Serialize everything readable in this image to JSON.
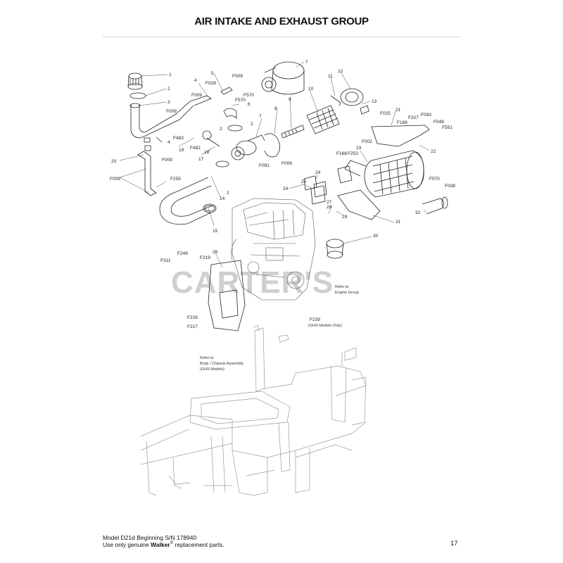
{
  "page": {
    "title": "AIR INTAKE AND EXHAUST GROUP",
    "page_number": "17"
  },
  "footer": {
    "model_line": "Model D21d Beginning S/N 178940",
    "line2_prefix": "Use only genuine ",
    "brand": "Walker",
    "registered": "®",
    "line2_suffix": " replacement parts."
  },
  "watermark": {
    "text": "CARTER'S"
  },
  "notes": {
    "engine_ref_1": "Refer to",
    "engine_ref_2": "Engine Group",
    "f239": "F239",
    "ghs_only": "(GHS Models Only)",
    "body_ref_1": "Refer to",
    "body_ref_2": "Body / Chassis Assembly",
    "body_ref_3": "(GHS Models)"
  },
  "callouts": [
    {
      "id": "c1",
      "label": "1"
    },
    {
      "id": "c2a",
      "label": "2"
    },
    {
      "id": "c3",
      "label": "3"
    },
    {
      "id": "c4a",
      "label": "4"
    },
    {
      "id": "c5",
      "label": "5"
    },
    {
      "id": "c6",
      "label": "6"
    },
    {
      "id": "c7a",
      "label": "7"
    },
    {
      "id": "c7b",
      "label": "7"
    },
    {
      "id": "c8",
      "label": "8"
    },
    {
      "id": "c9",
      "label": "9"
    },
    {
      "id": "c10",
      "label": "10"
    },
    {
      "id": "c11",
      "label": "11"
    },
    {
      "id": "c12",
      "label": "12"
    },
    {
      "id": "c13",
      "label": "13"
    },
    {
      "id": "c14",
      "label": "14"
    },
    {
      "id": "c15",
      "label": "15"
    },
    {
      "id": "c17",
      "label": "17"
    },
    {
      "id": "c18",
      "label": "18"
    },
    {
      "id": "c19",
      "label": "19"
    },
    {
      "id": "c20",
      "label": "20"
    },
    {
      "id": "c21",
      "label": "21"
    },
    {
      "id": "c22",
      "label": "22"
    },
    {
      "id": "c23",
      "label": "23"
    },
    {
      "id": "c24a",
      "label": "24"
    },
    {
      "id": "c24b",
      "label": "24"
    },
    {
      "id": "c25",
      "label": "25"
    },
    {
      "id": "c26",
      "label": "26"
    },
    {
      "id": "c27",
      "label": "27"
    },
    {
      "id": "c28",
      "label": "28"
    },
    {
      "id": "c29",
      "label": "29"
    },
    {
      "id": "c30",
      "label": "30"
    },
    {
      "id": "c31",
      "label": "31"
    },
    {
      "id": "c32",
      "label": "32"
    },
    {
      "id": "c2b",
      "label": "2"
    },
    {
      "id": "c2c",
      "label": "2"
    },
    {
      "id": "c2d",
      "label": "2"
    },
    {
      "id": "c4b",
      "label": "4"
    },
    {
      "id": "cF009a",
      "label": "F009"
    },
    {
      "id": "cF009b",
      "label": "F009"
    },
    {
      "id": "cF009c",
      "label": "F009"
    },
    {
      "id": "cF009d",
      "label": "F009"
    },
    {
      "id": "cF009e",
      "label": "F009"
    },
    {
      "id": "cF009f",
      "label": "F009"
    },
    {
      "id": "cF028",
      "label": "F028"
    },
    {
      "id": "cF570a",
      "label": "F570"
    },
    {
      "id": "cF570b",
      "label": "F570"
    },
    {
      "id": "cF570c",
      "label": "F570"
    },
    {
      "id": "cF483",
      "label": "F483"
    },
    {
      "id": "cF482",
      "label": "F482"
    },
    {
      "id": "cF091",
      "label": "F091"
    },
    {
      "id": "cF255",
      "label": "F255"
    },
    {
      "id": "cF025",
      "label": "F025"
    },
    {
      "id": "cF168a",
      "label": "F168"
    },
    {
      "id": "cF168b",
      "label": "F168"
    },
    {
      "id": "cF327",
      "label": "F327"
    },
    {
      "id": "cF093",
      "label": "F093"
    },
    {
      "id": "cF049",
      "label": "F049"
    },
    {
      "id": "cF551",
      "label": "F551"
    },
    {
      "id": "cF002",
      "label": "F002"
    },
    {
      "id": "cF253",
      "label": "F253"
    },
    {
      "id": "cF038",
      "label": "F038"
    },
    {
      "id": "cF311",
      "label": "F311"
    },
    {
      "id": "cF249",
      "label": "F249"
    },
    {
      "id": "cF219",
      "label": "F219"
    },
    {
      "id": "cF216",
      "label": "F216"
    },
    {
      "id": "cF217",
      "label": "F217"
    }
  ]
}
